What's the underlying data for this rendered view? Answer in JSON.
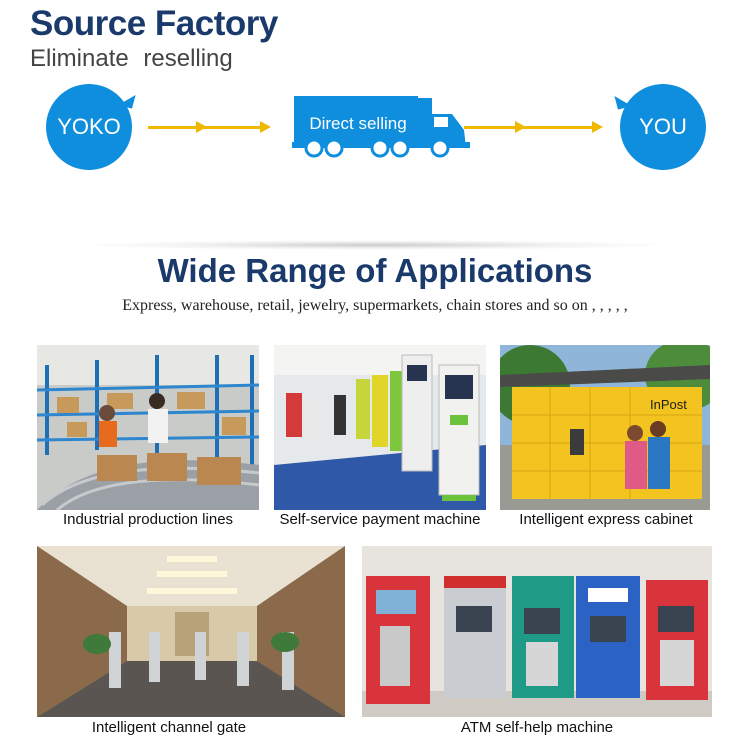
{
  "header": {
    "title": "Source Factory",
    "subtitle": "Eliminate  reselling"
  },
  "flow": {
    "from_label": "YOKO",
    "middle_label": "Direct selling",
    "to_label": "YOU",
    "icons": [
      "speech-bubble-icon",
      "truck-icon",
      "arrow-right-icon"
    ],
    "colors": {
      "bubble": "#0f8ede",
      "arrow": "#f1b800",
      "truck": "#0f8ede"
    }
  },
  "section": {
    "title": "Wide Range of Applications",
    "description": "Express, warehouse, retail, jewelry, supermarkets, chain stores and so on ,  ,  ,  ,  ,"
  },
  "applications": [
    {
      "caption": "Industrial production lines"
    },
    {
      "caption": "Self-service payment machine"
    },
    {
      "caption": "Intelligent express cabinet"
    },
    {
      "caption": "Intelligent channel gate"
    },
    {
      "caption": "ATM self-help machine"
    }
  ],
  "photo_text": {
    "locker_brand": "InPost"
  },
  "colors": {
    "title": "#1a3a6b"
  }
}
